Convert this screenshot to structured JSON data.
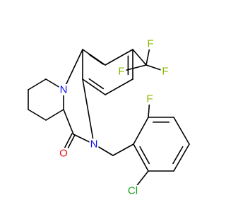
{
  "structure": {
    "atoms": [
      {
        "id": "F_top",
        "symbol": "F",
        "color": "#8ab800"
      },
      {
        "id": "F_left",
        "symbol": "F",
        "color": "#8ab800"
      },
      {
        "id": "F_right",
        "symbol": "F",
        "color": "#8ab800"
      },
      {
        "id": "F_aryl",
        "symbol": "F",
        "color": "#8ab800"
      },
      {
        "id": "N_ring",
        "symbol": "N",
        "color": "#1010ee"
      },
      {
        "id": "N_amide",
        "symbol": "N",
        "color": "#1010ee"
      },
      {
        "id": "O_carbonyl",
        "symbol": "O",
        "color": "#ee1010"
      },
      {
        "id": "Cl_aryl",
        "symbol": "Cl",
        "color": "#20a020"
      }
    ]
  }
}
